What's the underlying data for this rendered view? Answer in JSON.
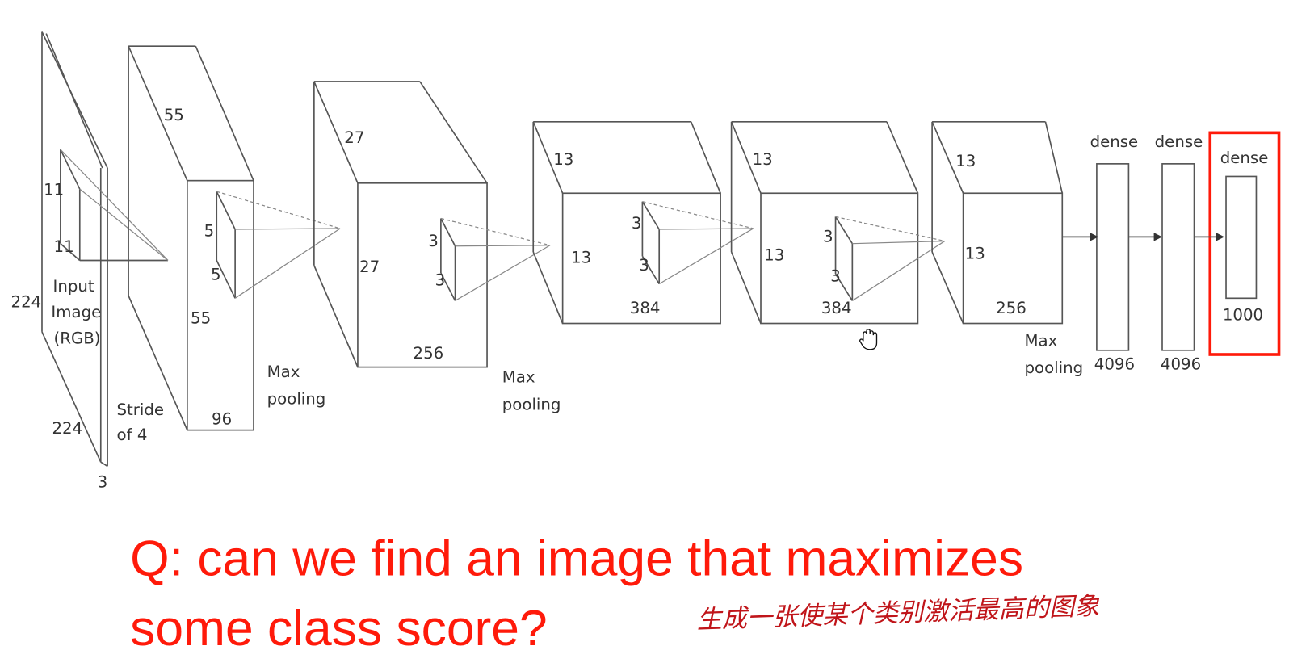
{
  "diagram": {
    "input": {
      "label_lines": [
        "Input",
        "Image",
        "(RGB)"
      ],
      "height": "224",
      "width": "224",
      "depth": "3",
      "kernel_h": "11",
      "kernel_w": "11",
      "stride_lines": [
        "Stride",
        "of 4"
      ]
    },
    "conv1": {
      "height": "55",
      "width": "55",
      "depth": "96",
      "kernel_h": "5",
      "kernel_w": "5"
    },
    "pool1": {
      "label_lines": [
        "Max",
        "pooling"
      ]
    },
    "conv2": {
      "height": "27",
      "width": "27",
      "depth": "256",
      "kernel_h": "3",
      "kernel_w": "3"
    },
    "pool2": {
      "label_lines": [
        "Max",
        "pooling"
      ]
    },
    "conv3": {
      "height": "13",
      "width": "13",
      "depth": "384",
      "kernel_h": "3",
      "kernel_w": "3"
    },
    "conv4": {
      "height": "13",
      "width": "13",
      "depth": "384",
      "kernel_h": "3",
      "kernel_w": "3"
    },
    "conv5": {
      "height": "13",
      "width": "13",
      "depth": "256"
    },
    "pool3": {
      "label_lines": [
        "Max",
        "pooling"
      ]
    },
    "dense1": {
      "label": "dense",
      "size": "4096"
    },
    "dense2": {
      "label": "dense",
      "size": "4096"
    },
    "dense3": {
      "label": "dense",
      "size": "1000",
      "highlighted": true
    },
    "highlight_color": "#ff1a0a"
  },
  "question": {
    "lines": [
      "Q: can we find an image that maximizes",
      "some class score?"
    ],
    "color": "#ff1a0a"
  },
  "annotation": {
    "text": "生成一张使某个类别激活最高的图象",
    "color": "#c0151a"
  },
  "cursor": {
    "icon": "hand-cursor-icon"
  }
}
